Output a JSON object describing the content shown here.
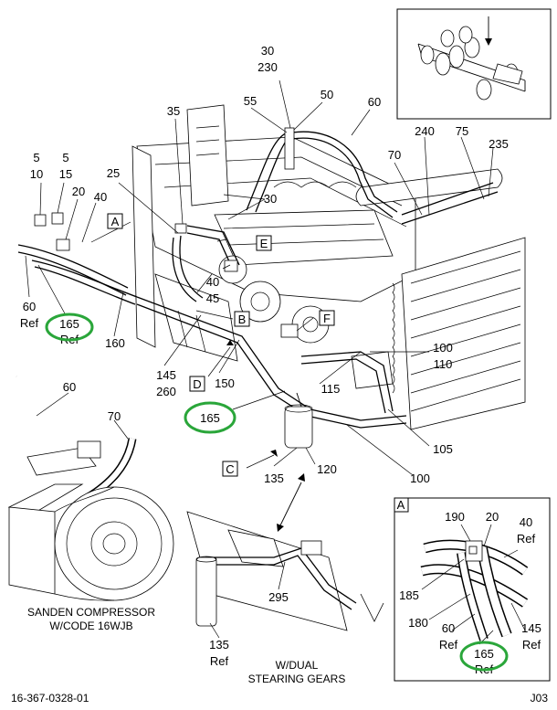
{
  "callouts": {
    "c30_230": [
      "30",
      "230"
    ],
    "c55": "55",
    "c50": "50",
    "c60_top": "60",
    "c35": "35",
    "c240": "240",
    "c75": "75",
    "c235": "235",
    "c70_top": "70",
    "c5_10": [
      "5",
      "10"
    ],
    "c5_15": [
      "5",
      "15"
    ],
    "c20": "20",
    "c40_left": "40",
    "c25": "25",
    "c30_mid": "30",
    "c40_45": [
      "40",
      "45"
    ],
    "c60_ref": [
      "60",
      "Ref"
    ],
    "c165_ref_left": [
      "165",
      "Ref"
    ],
    "c160": "160",
    "c145_260": [
      "145",
      "260"
    ],
    "c150": "150",
    "c115": "115",
    "c100_110": [
      "100",
      "110"
    ],
    "c165_mid": "165",
    "c105": "105",
    "c120": "120",
    "c100_bottom": "100",
    "c135": "135",
    "c60_comp": "60",
    "c70_comp": "70",
    "c295": "295",
    "c135_ref": [
      "135",
      "Ref"
    ]
  },
  "boxed_labels": {
    "A": "A",
    "B": "B",
    "C": "C",
    "D": "D",
    "E": "E",
    "F": "F"
  },
  "detail_a": {
    "tag": "A",
    "c190": "190",
    "c20": "20",
    "c40_ref": [
      "40",
      "Ref"
    ],
    "c185": "185",
    "c180": "180",
    "c60_ref": [
      "60",
      "Ref"
    ],
    "c145_ref": [
      "145",
      "Ref"
    ],
    "c165_ref": [
      "165",
      "Ref"
    ]
  },
  "captions": {
    "compressor": [
      "SANDEN COMPRESSOR",
      "W/CODE 16WJB"
    ],
    "dual": [
      "W/DUAL",
      "STEARING GEARS"
    ]
  },
  "footer": {
    "drawing_number": "16-367-0328-01",
    "sheet": "J03"
  },
  "highlight_color": "#2aa63a"
}
